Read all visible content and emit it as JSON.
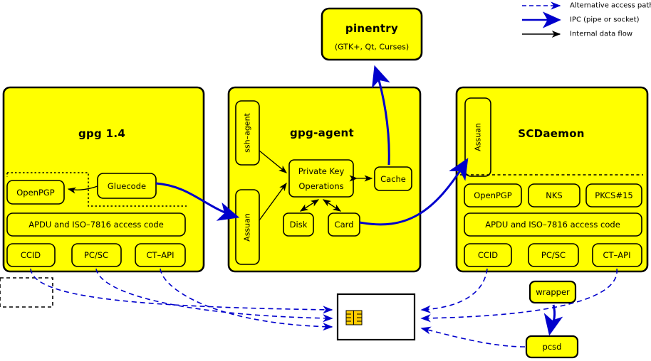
{
  "meta": {
    "diagram_title": "GnuPG smartcard access architecture",
    "colors": {
      "fill": "#ffff00",
      "stroke": "#000000",
      "ipc": "#0000cc",
      "alt_path": "#0000cc",
      "card_fill": "#ffffff",
      "chip_fill": "#ffcc00",
      "background": "#ffffff"
    }
  },
  "legend": {
    "items": [
      {
        "label": "Alternative access paths",
        "style": "dashed-arrow",
        "color": "#0000cc"
      },
      {
        "label": "IPC (pipe or socket)",
        "style": "thick-solid-arrow",
        "color": "#0000cc"
      },
      {
        "label": "Internal data flow",
        "style": "thin-solid-arrow",
        "color": "#000000"
      }
    ]
  },
  "pinentry": {
    "title": "pinentry",
    "subtitle": "(GTK+, Qt, Curses)"
  },
  "gpg": {
    "title": "gpg 1.4",
    "gluecode": "Gluecode",
    "openpgp": "OpenPGP",
    "apdu": "APDU and ISO–7816 access code",
    "readers": [
      "CCID",
      "PC/SC",
      "CT–API"
    ]
  },
  "gpgagent": {
    "title": "gpg-agent",
    "ssh_agent": "ssh–agent",
    "assuan": "Assuan",
    "private_key_ops_line1": "Private Key",
    "private_key_ops_line2": "Operations",
    "cache": "Cache",
    "disk": "Disk",
    "card": "Card"
  },
  "scdaemon": {
    "title": "SCDaemon",
    "assuan": "Assuan",
    "apps": [
      "OpenPGP",
      "NKS",
      "PKCS#15"
    ],
    "apdu": "APDU and ISO–7816 access code",
    "readers": [
      "CCID",
      "PC/SC",
      "CT–API"
    ]
  },
  "bottom": {
    "wrapper": "wrapper",
    "pcsd": "pcsd",
    "smartcard": "smartcard"
  }
}
